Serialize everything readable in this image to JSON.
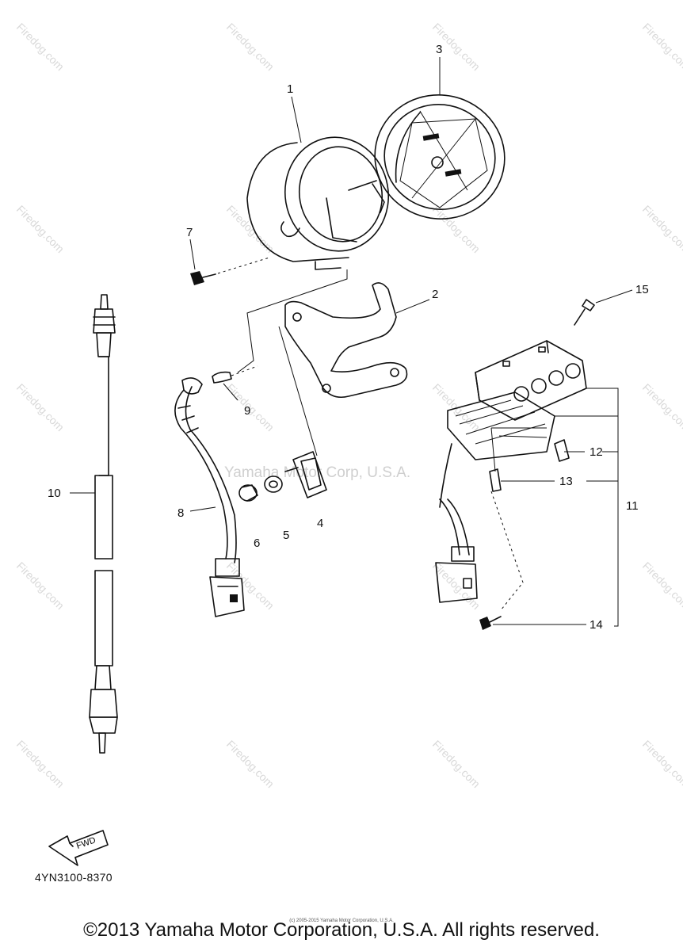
{
  "callouts": {
    "c1": "1",
    "c2": "2",
    "c3": "3",
    "c4": "4",
    "c5": "5",
    "c6": "6",
    "c7": "7",
    "c8": "8",
    "c9": "9",
    "c10": "10",
    "c11": "11",
    "c12": "12",
    "c13": "13",
    "c14": "14",
    "c15": "15"
  },
  "fwd_label": "FWD",
  "part_number": "4YN3100-8370",
  "watermark": {
    "site": "Firedog.com",
    "center": "Yamaha Motor Corp, U.S.A."
  },
  "tiny_copyright": "(c) 2005-2015 Yamaha Motor Corporation, U.S.A.",
  "copyright": "©2013 Yamaha Motor Corporation, U.S.A. All rights reserved."
}
